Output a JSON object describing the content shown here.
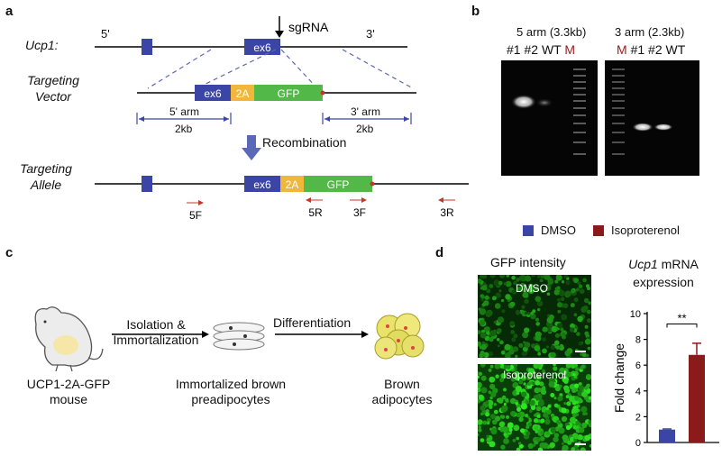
{
  "panels": {
    "a": "a",
    "b": "b",
    "c": "c",
    "d": "d"
  },
  "panel_a": {
    "gene": "Ucp1:",
    "five_prime": "5'",
    "three_prime": "3'",
    "sgrna": "sgRNA",
    "exon": "ex6",
    "t2a": "2A",
    "gfp": "GFP",
    "vector_line1": "Targeting",
    "vector_line2": "Vector",
    "allele_line1": "Targeting",
    "allele_line2": "Allele",
    "five_arm": "5' arm",
    "five_arm_size": "2kb",
    "three_arm": "3' arm",
    "three_arm_size": "2kb",
    "recombination": "Recombination",
    "primers": [
      "5F",
      "5R",
      "3F",
      "3R"
    ],
    "colors": {
      "exon": "#3b45a6",
      "t2a": "#f0b73a",
      "gfp": "#52b847",
      "arrow": "#3b45a6",
      "primer": "#c0392b",
      "dash": "#5a68b8"
    }
  },
  "panel_b": {
    "left_title": "5 arm (3.3kb)",
    "right_title": "3 arm (2.3kb)",
    "left_lanes": [
      "#1",
      "#2",
      "WT",
      "M"
    ],
    "right_lanes": [
      "M",
      "#1",
      "#2",
      "WT"
    ],
    "marker_color": "#9b1b1b"
  },
  "panel_c": {
    "mouse_label_1": "UCP1-2A-GFP",
    "mouse_label_2": "mouse",
    "step1_line1": "Isolation &",
    "step1_line2": "Immortalization",
    "step2": "Differentiation",
    "cells1_line1": "Immortalized brown",
    "cells1_line2": "preadipocytes",
    "cells2_line1": "Brown",
    "cells2_line2": "adipocytes"
  },
  "panel_d": {
    "legend": [
      {
        "name": "DMSO",
        "color": "#3b45a6"
      },
      {
        "name": "Isoproterenol",
        "color": "#8b1a1a"
      }
    ],
    "gfp_title": "GFP intensity",
    "img_top_label": "DMSO",
    "img_bottom_label": "Isoproterenol",
    "chart_title_gene": "Ucp1",
    "chart_title_rest": " mRNA",
    "chart_title_line2": "expression"
  },
  "chart_data": {
    "type": "bar",
    "categories": [
      "DMSO",
      "Isoproterenol"
    ],
    "values": [
      1.0,
      6.8
    ],
    "errors": [
      0.05,
      0.9
    ],
    "colors": [
      "#3b45a6",
      "#8b1a1a"
    ],
    "ylabel": "Fold change",
    "ylim": [
      0,
      10
    ],
    "yticks": [
      "0",
      "2",
      "4",
      "6",
      "8",
      "10"
    ],
    "significance": "**",
    "grid": false
  }
}
